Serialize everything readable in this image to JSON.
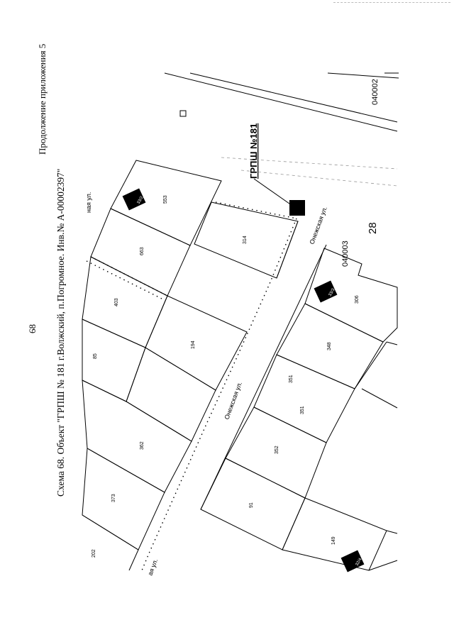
{
  "page_number": "68",
  "caption": "Схема 68. Объект \"ГРПШ № 181 г.Волжский, п.Погромное. Инв.№ А-00002397\"",
  "appendix_note": "Продолжение приложения 5",
  "map": {
    "object_label": "ГРПШ №181",
    "quarter_codes": [
      "040002",
      "040003"
    ],
    "big_number": "28",
    "streets": [
      "Онежская ул.",
      "Онежская ул.",
      "ая ул.",
      "ная ул."
    ],
    "parcels": [
      "553",
      "663",
      "314",
      "403",
      "85",
      "194",
      "362",
      "373",
      "202",
      "306",
      "348",
      "351",
      "351",
      "352",
      "91",
      "149"
    ],
    "building_labels": [
      "33/2",
      "33/3",
      "32/4"
    ]
  }
}
